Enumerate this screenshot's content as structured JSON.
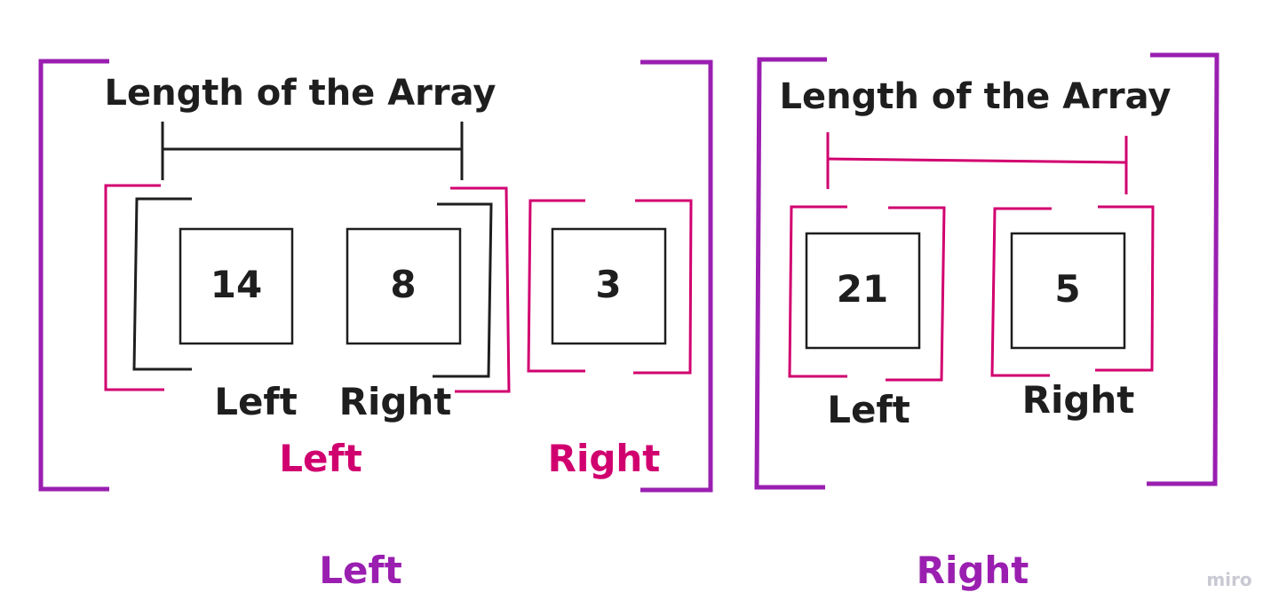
{
  "colors": {
    "purple": "#9a1fb0",
    "pink": "#d1006f",
    "black": "#1e1e1e",
    "watermark": "#c9c9d3"
  },
  "left_group": {
    "heading": "Length of the Array",
    "cells": [
      "14",
      "8"
    ],
    "single_cell": "3",
    "inner_left_label": "Left",
    "inner_right_label": "Right",
    "pink_left_label": "Left",
    "pink_right_label": "Right",
    "caption": "Left"
  },
  "right_group": {
    "heading": "Length of the Array",
    "cells": [
      "21",
      "5"
    ],
    "left_label": "Left",
    "right_label": "Right",
    "caption": "Right"
  },
  "watermark": "miro"
}
